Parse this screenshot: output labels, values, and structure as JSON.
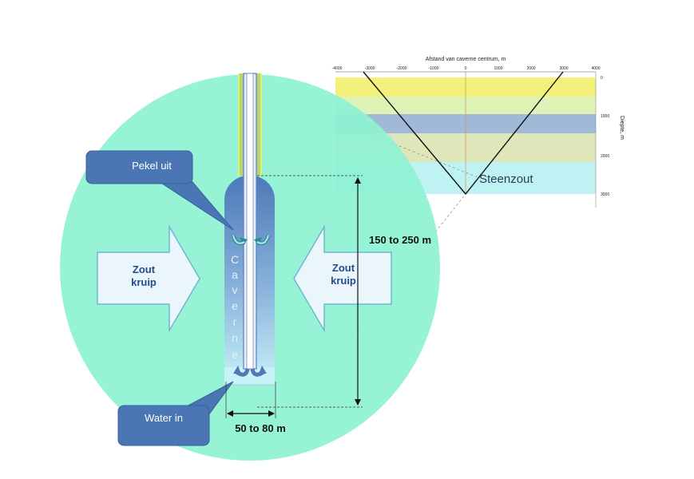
{
  "labels": {
    "brine_out": "Pekel uit",
    "water_in": "Water in",
    "salt_creep_left_1": "Zout",
    "salt_creep_left_2": "kruip",
    "salt_creep_right_1": "Zout",
    "salt_creep_right_2": "kruip",
    "cavern_letters": [
      "C",
      "a",
      "v",
      "e",
      "r",
      "n",
      "e"
    ],
    "height_dimension": "150 to 250 m",
    "width_dimension": "50 to 80 m"
  },
  "inset": {
    "x_axis_title": "Afstand van caverne centrum, m",
    "x_ticks": [
      "-4000",
      "-3000",
      "-2000",
      "-1000",
      "0",
      "1000",
      "2000",
      "3000",
      "4000"
    ],
    "y_axis_title": "Diepte, m",
    "y_ticks": [
      "0",
      "1000",
      "2000",
      "3000"
    ],
    "layer_label": "Steenzout"
  },
  "colors": {
    "zoom_circle": "#8ef2d3",
    "callout_fill": "#4a77b4",
    "callout_stroke": "#35609a",
    "arrow_fill": "#eaf6fb",
    "arrow_stroke": "#6fb7d2",
    "cavern_top": "#4c79b8",
    "cavern_bottom": "#c7f2f8",
    "layer_1": "#f4f07c",
    "layer_2": "#e0f3b6",
    "layer_3": "#9fb9d6",
    "layer_4": "#dfe6b9",
    "layer_5": "#bff3f3"
  }
}
